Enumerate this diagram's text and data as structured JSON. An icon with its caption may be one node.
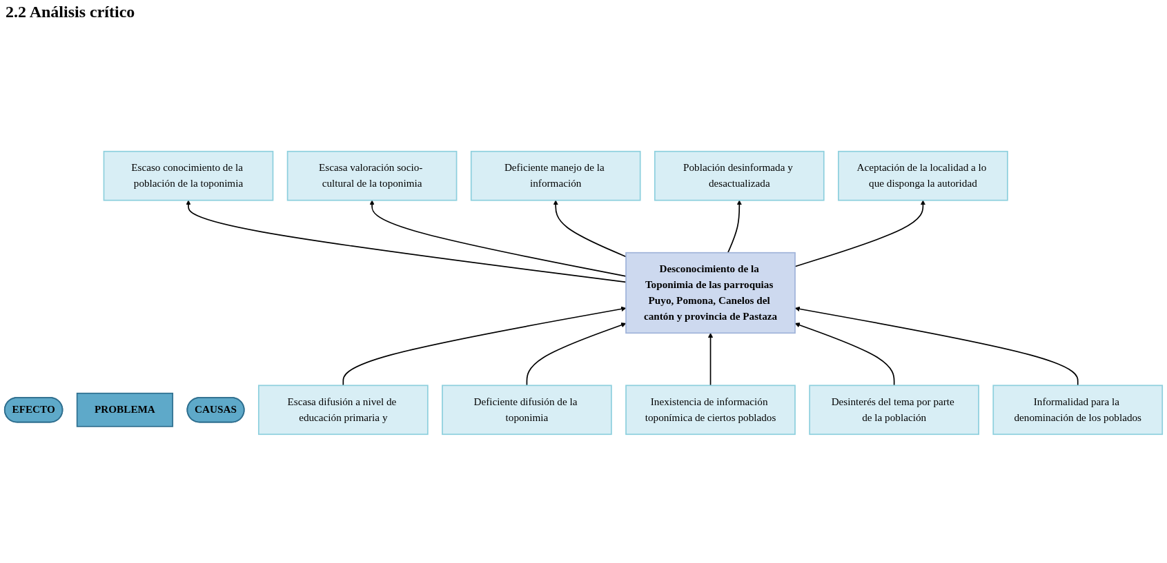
{
  "diagram": {
    "title": "2.2 Análisis crítico",
    "nodes": [
      {
        "text": [
          "EFECTO"
        ]
      },
      {
        "text": [
          "Escaso conocimiento de la población de la toponimia"
        ]
      },
      {
        "text": [
          "Escasa valoración socio- cultural de la toponimia"
        ]
      },
      {
        "text": [
          "Deficiente manejo de la información"
        ]
      },
      {
        "text": [
          "Población desinformada y desactualizada"
        ]
      },
      {
        "text": [
          "Aceptación de la localidad a lo que disponga la autoridad"
        ]
      },
      {
        "text": [
          "PROBLEMA"
        ]
      },
      {
        "text": [
          "Desconocimiento de la Toponimia de las parroquias Puyo, Pomona, Canelos del cantón y provincia de Pastaza"
        ]
      },
      {
        "text": [
          "CAUSAS"
        ]
      },
      {
        "text": [
          "Escasa difusión a nivel de educación primaria y"
        ]
      },
      {
        "text": [
          "Deficiente difusión de la toponimia"
        ]
      },
      {
        "text": [
          "Inexistencia de información toponímica de ciertos poblados"
        ]
      },
      {
        "text": [
          "Desinterés del tema por parte de la población"
        ]
      },
      {
        "text": [
          "Informalidad para la denominación de los poblados"
        ]
      }
    ],
    "edges": [
      {
        "from": 7,
        "to": 1,
        "arrow": "to"
      },
      {
        "from": 7,
        "to": 2,
        "arrow": "to"
      },
      {
        "from": 7,
        "to": 3,
        "arrow": "to"
      },
      {
        "from": 7,
        "to": 4,
        "arrow": "to"
      },
      {
        "from": 7,
        "to": 5,
        "arrow": "to"
      },
      {
        "from": 9,
        "to": 7,
        "arrow": "to"
      },
      {
        "from": 10,
        "to": 7,
        "arrow": "to"
      },
      {
        "from": 11,
        "to": 7,
        "arrow": "to"
      },
      {
        "from": 12,
        "to": 7,
        "arrow": "to"
      },
      {
        "from": 13,
        "to": 7,
        "arrow": "to"
      }
    ]
  }
}
